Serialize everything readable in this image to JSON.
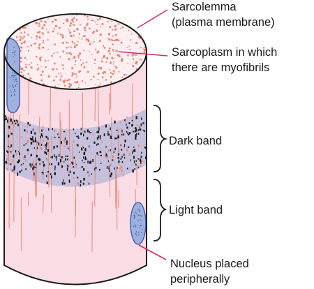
{
  "labels": {
    "sarcolemma": [
      "Sarcolemma",
      "(plasma membrane)"
    ],
    "sarcoplasm": [
      "Sarcoplasm in which",
      "there are myofibrils"
    ],
    "dark_band": "Dark band",
    "light_band": "Light band",
    "nucleus": [
      "Nucleus placed",
      "peripherally"
    ]
  },
  "colors": {
    "body": "#f9dce4",
    "dots": "#e8856e",
    "dark_band": "#c6c0dc",
    "nucleus": "#9db0de",
    "nucleus_border": "#4a60b0",
    "leader_line": "#d6286f",
    "outline": "#1a1a1a"
  }
}
